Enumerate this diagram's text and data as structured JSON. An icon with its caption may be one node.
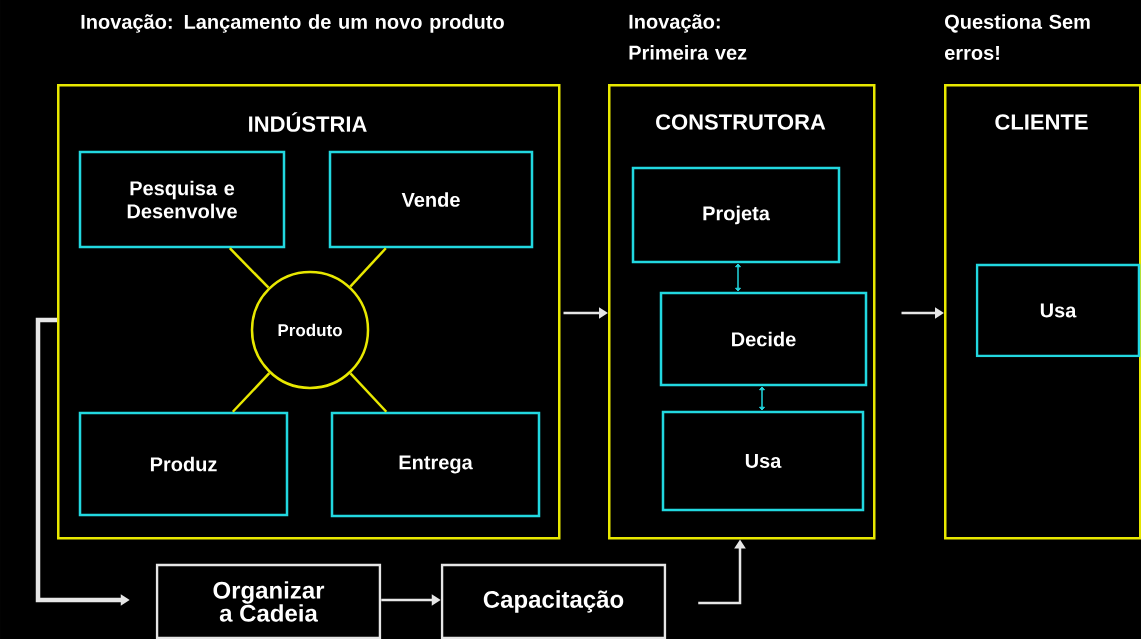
{
  "diagram": {
    "nodes": [
      {
        "text": [
          "INDÚSTRIA"
        ],
        "beside": [
          "Inovação: Lançamento de um novo produto"
        ]
      },
      {
        "text": [
          "Pesquisa e Desenvolve"
        ],
        "in": 0
      },
      {
        "text": [
          "Vende"
        ],
        "in": 0
      },
      {
        "text": [
          "Produto"
        ],
        "in": 0
      },
      {
        "text": [
          "Produz"
        ],
        "in": 0
      },
      {
        "text": [
          "Entrega"
        ],
        "in": 0
      },
      {
        "text": [
          "CONSTRUTORA"
        ],
        "beside": [
          "Inovação: Primeira vez"
        ]
      },
      {
        "text": [
          "Projeta"
        ],
        "in": 6
      },
      {
        "text": [
          "Decide"
        ],
        "in": 6
      },
      {
        "text": [
          "Usa"
        ],
        "in": 6
      },
      {
        "text": [
          "CLIENTE"
        ],
        "beside": [
          "Questiona Sem erros!"
        ]
      },
      {
        "text": [
          "Usa"
        ],
        "in": 10
      },
      {
        "text": [
          "Organizar a Cadeia"
        ]
      },
      {
        "text": [
          "Capacitação"
        ]
      }
    ],
    "edges": [
      {
        "from": 3,
        "to": 1,
        "arrow": "none",
        "color": "#e8e800"
      },
      {
        "from": 3,
        "to": 2,
        "arrow": "none",
        "color": "#e8e800"
      },
      {
        "from": 3,
        "to": 4,
        "arrow": "none",
        "color": "#e8e800"
      },
      {
        "from": 3,
        "to": 5,
        "arrow": "none",
        "color": "#e8e800"
      },
      {
        "from": 7,
        "to": 8,
        "arrow": "both",
        "color": "#22d8e0"
      },
      {
        "from": 8,
        "to": 9,
        "arrow": "both",
        "color": "#22d8e0"
      },
      {
        "from": 0,
        "to": 6,
        "arrow": "to"
      },
      {
        "from": 6,
        "to": 10,
        "arrow": "to"
      },
      {
        "from": 0,
        "to": 12,
        "arrow": "to",
        "style": "thick"
      },
      {
        "from": 12,
        "to": 13,
        "arrow": "to"
      },
      {
        "from": 13,
        "to": 6,
        "arrow": "to"
      }
    ]
  }
}
